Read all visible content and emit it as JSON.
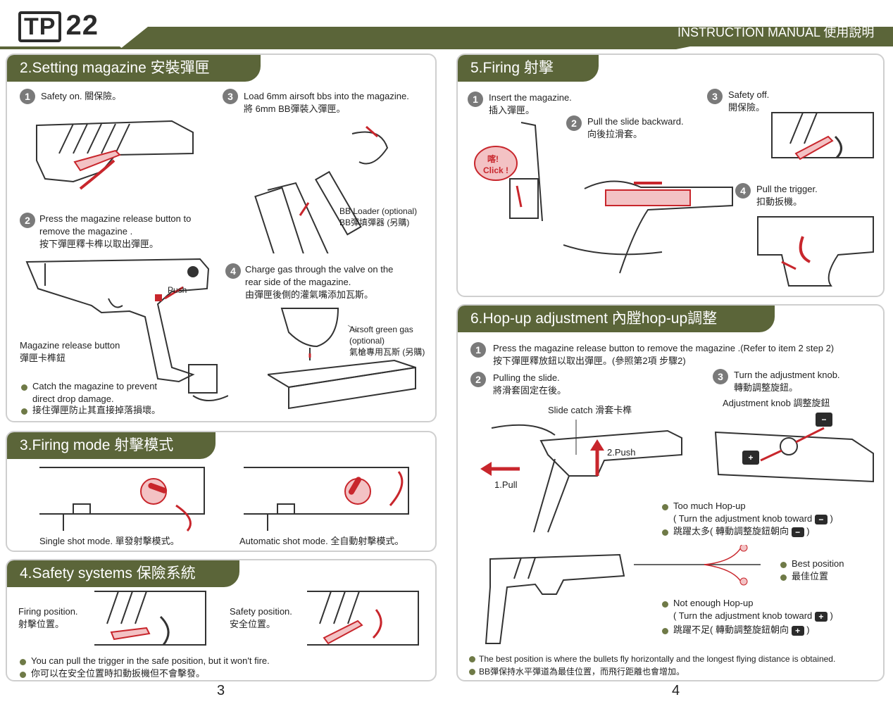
{
  "header": {
    "logo": "TP 22",
    "logo_tp": "TP",
    "logo_num": "22",
    "manual": "INSTRUCTION MANUAL 使用說明"
  },
  "s2": {
    "title": "2.Setting magazine 安裝彈匣",
    "n1": "1",
    "step1": "Safety on.   關保險。",
    "n2": "2",
    "step2_en1": "Press the magazine release button to",
    "step2_en2": "remove the magazine .",
    "step2_zh": "按下彈匣釋卡榫以取出彈匣。",
    "push": "Push",
    "release_en": "Magazine release button",
    "release_zh": "彈匣卡榫鈕",
    "catch_en1": "Catch the magazine to prevent",
    "catch_en2": "direct drop damage.",
    "catch_zh": "接住彈匣防止其直接掉落損壞。",
    "n3": "3",
    "step3_en": "Load 6mm airsoft bbs into the magazine.",
    "step3_zh": "將 6mm BB彈裝入彈匣。",
    "loader_en": "BB Loader (optional)",
    "loader_zh": "BB彈填彈器 (另購)",
    "n4": "4",
    "step4_en1": "Charge gas through the valve on the",
    "step4_en2": "rear side of the magazine.",
    "step4_zh": "由彈匣後側的灌氣嘴添加瓦斯。",
    "gas_en1": "Airsoft green gas",
    "gas_en2": "(optional)",
    "gas_zh": "氣槍專用瓦斯 (另購)"
  },
  "s3": {
    "title": "3.Firing mode 射擊模式",
    "single": "Single shot mode.  單發射擊模式。",
    "auto": "Automatic shot mode.  全自動射擊模式。"
  },
  "s4": {
    "title": "4.Safety systems 保險系統",
    "firing_en": "Firing position.",
    "firing_zh": "射擊位置。",
    "safety_en": "Safety position.",
    "safety_zh": "安全位置。",
    "note_en": "You can pull the trigger in the safe position, but it won't fire.",
    "note_zh": "你可以在安全位置時扣動扳機但不會擊發。"
  },
  "s5": {
    "title": "5.Firing 射擊",
    "n1": "1",
    "step1_en": "Insert the magazine.",
    "step1_zh": "插入彈匣。",
    "click1": "喀!",
    "click2": "Click !",
    "n2": "2",
    "step2_en": "Pull the slide backward.",
    "step2_zh": "向後拉滑套。",
    "n3": "3",
    "step3_en": "Safety off.",
    "step3_zh": "開保險。",
    "n4": "4",
    "step4_en": "Pull the trigger.",
    "step4_zh": "扣動扳機。"
  },
  "s6": {
    "title": "6.Hop-up adjustment 內膛hop-up調整",
    "n1": "1",
    "step1_en": "Press the magazine release button to remove the magazine .(Refer to item 2 step 2)",
    "step1_zh": "按下彈匣釋放鈕以取出彈匣。(參照第2項 步驟2)",
    "n2": "2",
    "step2_en": "Pulling the slide.",
    "step2_zh": "將滑套固定在後。",
    "slide_catch": "Slide catch 滑套卡榫",
    "push": "2.Push",
    "pull": "1.Pull",
    "n3": "3",
    "step3_en": "Turn the adjustment knob.",
    "step3_zh": "轉動調整旋鈕。",
    "knob": "Adjustment knob 調整旋鈕",
    "minus": "−",
    "plus": "+",
    "too_en": "Too much Hop-up",
    "too_en2a": "( Turn the adjustment knob toward",
    "too_zh_a": "跳躍太多( 轉動調整旋鈕朝向",
    "close": ")",
    "best_en": "Best position",
    "best_zh": "最佳位置",
    "notenough_en": "Not enough Hop-up",
    "notenough_en2a": "( Turn the adjustment knob toward",
    "notenough_zh_a": "跳躍不足( 轉動調整旋鈕朝向",
    "note_en": "The best position is where the bullets fly horizontally and the longest flying distance is obtained.",
    "note_zh": "BB彈保持水平彈道為最佳位置，而飛行距離也會增加。"
  },
  "pages": {
    "left": "3",
    "right": "4"
  },
  "colors": {
    "olive": "#5b6539",
    "dark_olive": "#4a5230",
    "accent_red": "#c8262c"
  }
}
